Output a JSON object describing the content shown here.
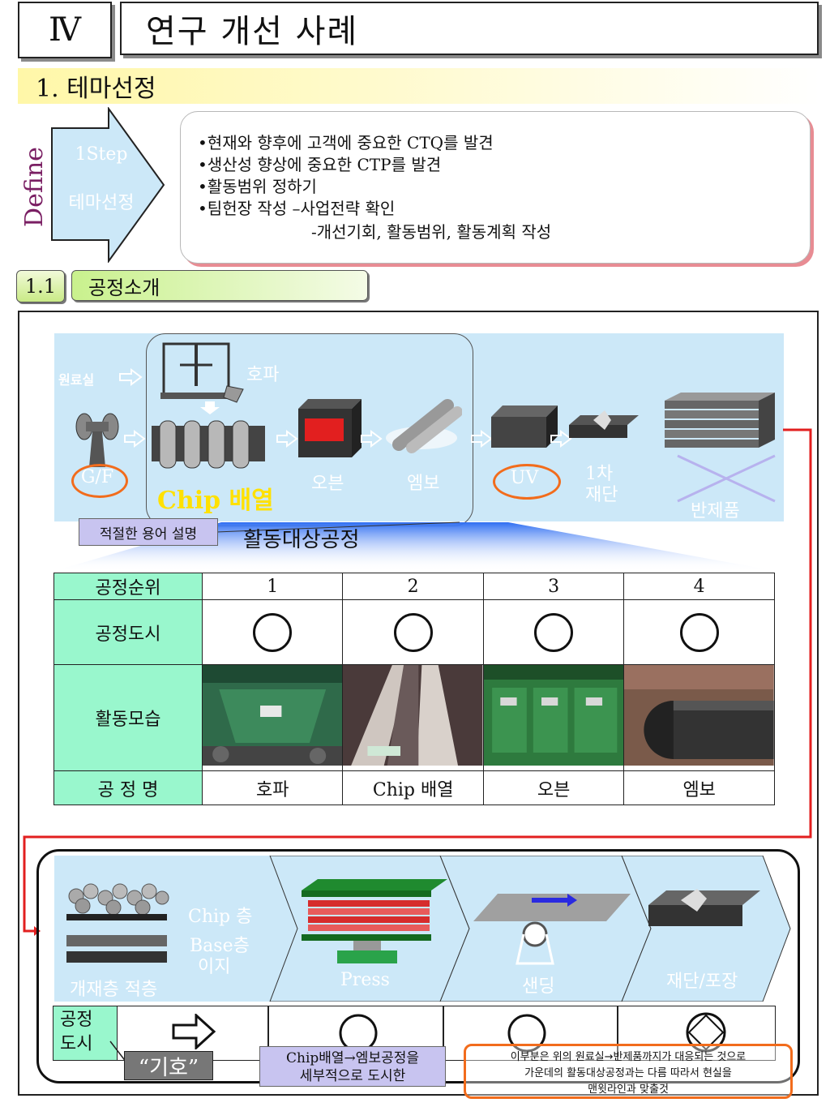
{
  "header": {
    "chapter": "Ⅳ",
    "title": "연구 개선 사례"
  },
  "section": {
    "title": "1. 테마선정"
  },
  "define": {
    "side_label": "Define",
    "step": "1Step",
    "step_name": "테마선정",
    "bullets": [
      "•현재와 향후에 고객에 중요한 CTQ를 발견",
      "•생산성 향상에 중요한 CTP를 발견",
      "•활동범위 정하기",
      "•팀헌장 작성 –사업전략 확인",
      "-개선기회, 활동범위, 활동계획 작성"
    ]
  },
  "subsection": {
    "number": "1.1",
    "title": "공정소개"
  },
  "process": {
    "raw_room": "원료실",
    "hopper": "호파",
    "gf": "G/F",
    "chip_array": "Chip 배열",
    "oven": "오븐",
    "embo": "엠보",
    "uv": "UV",
    "cut1_line1": "1차",
    "cut1_line2": "재단",
    "semi_product": "반제품",
    "term_button": "적절한 용어 설명",
    "target_label": "활동대상공정"
  },
  "table": {
    "row_headers": [
      "공정순위",
      "공정도시",
      "활동모습",
      "공 정 명"
    ],
    "orders": [
      "1",
      "2",
      "3",
      "4"
    ],
    "names": [
      "호파",
      "Chip 배열",
      "오븐",
      "엠보"
    ]
  },
  "lower": {
    "chip_layer": "Chip 층",
    "base_layer_1": "Base층",
    "base_layer_2": "이지",
    "stack": "개재층 적층",
    "press": "Press",
    "sanding": "샌딩",
    "cut_pack": "재단/포장",
    "doshi_1": "공정",
    "doshi_2": "도시",
    "symbol": "“기호”",
    "detail_1": "Chip배열→엠보공정을",
    "detail_2": "세부적으로 도시한",
    "note_1": "이부분은 위의 원료실→반제품까지가 대응되는 것으로",
    "note_2": "가운데의 활동대상공정과는 다름 따라서 현실을",
    "note_3": "맨윗라인과 맞출것"
  },
  "colors": {
    "panel_blue": "#cce8f8",
    "table_green": "#99f7cd",
    "connector_red": "#e21f1f",
    "highlight_orange": "#f26c1c",
    "note_purple": "#c8c4f0"
  }
}
